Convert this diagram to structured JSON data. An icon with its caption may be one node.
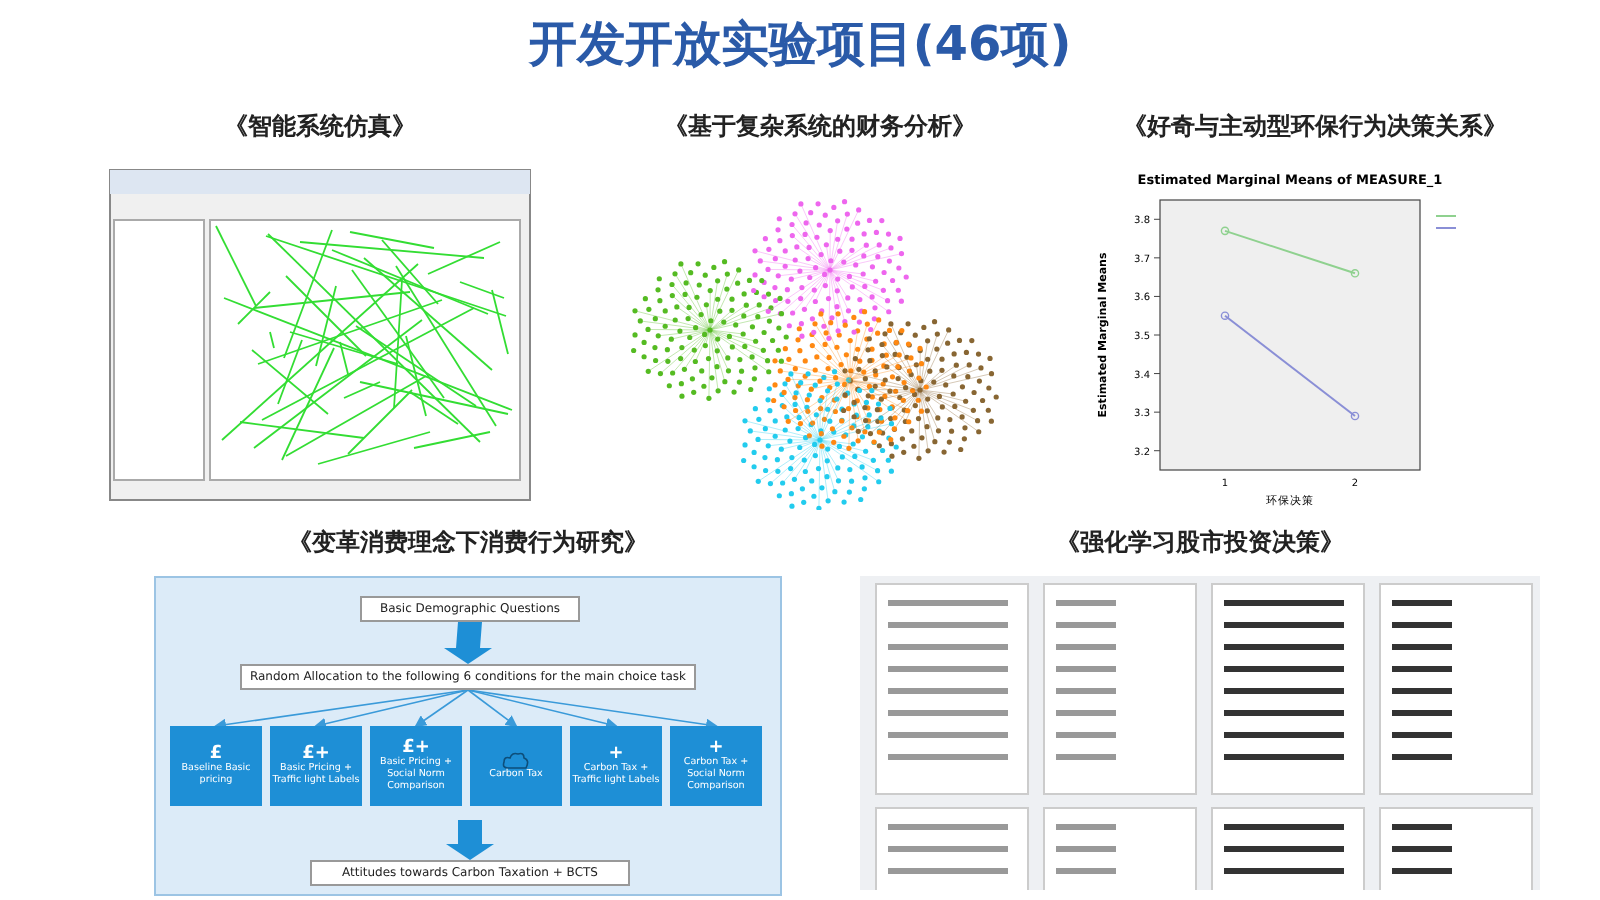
{
  "diagram": {
    "title": "开发开放实验项目(46项)",
    "nodes": [
      {
        "text": [
          "《智能系统仿真》"
        ]
      },
      {
        "text": [
          "《基于复杂系统的财务分析》"
        ]
      },
      {
        "text": [
          "《好奇与主动型环保行为决策关系》"
        ]
      },
      {
        "text": [
          "《变革消费理念下消费行为研究》"
        ]
      },
      {
        "text": [
          "《强化学习股市投资决策》"
        ]
      },
      {
        "text": [
          "Basic Demographic Questions"
        ],
        "in": 3
      },
      {
        "text": [
          "Random Allocation to the following 6 conditions for the main choice task"
        ],
        "in": 3
      },
      {
        "text": [
          "£",
          "Baseline Basic pricing"
        ],
        "in": 3
      },
      {
        "text": [
          "£+",
          "Basic Pricing + Traffic light Labels"
        ],
        "in": 3
      },
      {
        "text": [
          "£+",
          "Basic Pricing + Social Norm Comparison"
        ],
        "in": 3
      },
      {
        "text": [
          "Carbon Tax"
        ],
        "in": 3
      },
      {
        "text": [
          "+",
          "Carbon Tax + Traffic light Labels"
        ],
        "in": 3
      },
      {
        "text": [
          "+",
          "Carbon Tax + Social Norm Comparison"
        ],
        "in": 3
      },
      {
        "text": [
          "Attitudes towards Carbon Taxation + BCTS"
        ],
        "in": 3
      }
    ],
    "edges": [
      {
        "from": 5,
        "to": 6,
        "arrow": "to",
        "style": "thick"
      },
      {
        "from": 6,
        "to": 7,
        "arrow": "to"
      },
      {
        "from": 6,
        "to": 8,
        "arrow": "to"
      },
      {
        "from": 6,
        "to": 9,
        "arrow": "to"
      },
      {
        "from": 6,
        "to": 10,
        "arrow": "to"
      },
      {
        "from": 6,
        "to": 11,
        "arrow": "to"
      },
      {
        "from": 6,
        "to": 12,
        "arrow": "to"
      },
      {
        "from": null,
        "to": 13,
        "arrow": "to",
        "style": "thick"
      }
    ],
    "chart_data": {
      "type": "line",
      "title": "Estimated Marginal Means of MEASURE_1",
      "xlabel": "环保决策",
      "ylabel": "Estimated Marginal Means",
      "categories": [
        "1",
        "2"
      ],
      "series": [
        {
          "color": "#8fd18f",
          "marker": "circle",
          "values": [
            3.77,
            3.66
          ]
        },
        {
          "color": "#8a8fd6",
          "marker": "circle",
          "values": [
            3.55,
            3.29
          ]
        }
      ],
      "ylim": [
        3.15,
        3.85
      ],
      "yticks": [
        3.2,
        3.3,
        3.4,
        3.5,
        3.6,
        3.7,
        3.8
      ]
    }
  }
}
